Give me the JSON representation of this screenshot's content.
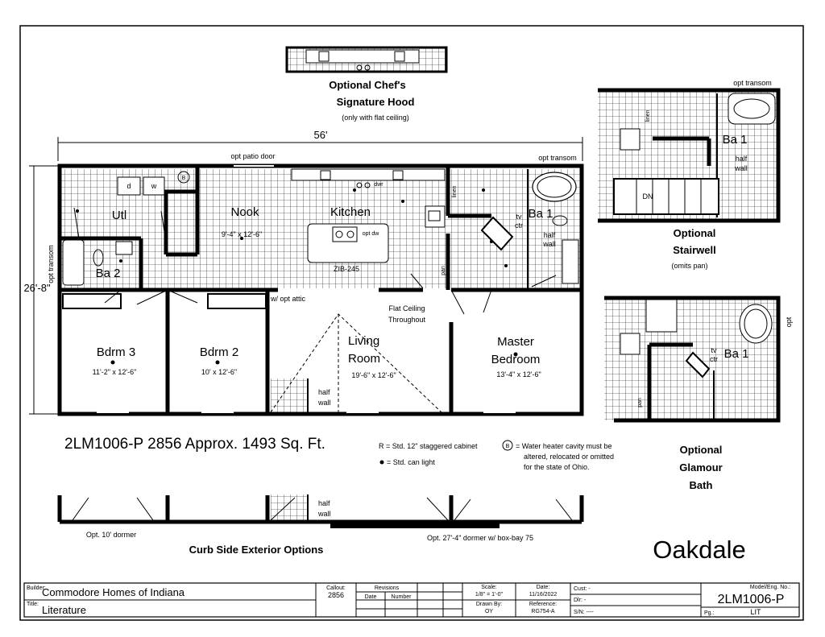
{
  "plan": {
    "overall_width": "56'",
    "overall_depth": "26'-8\"",
    "opt_patio_door": "opt patio door",
    "opt_transom_top": "opt transom",
    "opt_transom_left": "opt transom",
    "opt_attic": "w/ opt attic",
    "flat_ceiling": [
      "Flat Ceiling",
      "Throughout"
    ],
    "linen": "linen",
    "pan": "pan",
    "rooms": {
      "utl": "Utl",
      "ba2": "Ba 2",
      "nook": "Nook",
      "nook_dim": "9'-4\" x 12'-6\"",
      "kitchen": "Kitchen",
      "island": "ZIB-245",
      "opt_dw": "opt dw",
      "dwr": "dwr",
      "ba1": "Ba 1",
      "tv_ctr": [
        "tv",
        "ctr"
      ],
      "half_wall": [
        "half",
        "wall"
      ],
      "bdrm3": "Bdrm 3",
      "bdrm3_dim": "11'-2\" x 12'-6\"",
      "bdrm2": "Bdrm 2",
      "bdrm2_dim": "10' x 12'-6\"",
      "living": [
        "Living",
        "Room"
      ],
      "living_dim": "19'-6\" x 12'-6\"",
      "master": [
        "Master",
        "Bedroom"
      ],
      "master_dim": "13'-4\" x 12'-6\""
    }
  },
  "chef_hood": {
    "title": [
      "Optional Chef's",
      "Signature Hood"
    ],
    "note": "(only with flat ceiling)"
  },
  "stairwell": {
    "opt_transom": "opt transom",
    "title": [
      "Optional",
      "Stairwell"
    ],
    "note": "(omits pan)",
    "ba1": "Ba 1",
    "half_wall": [
      "half",
      "wall"
    ],
    "linen": "linen",
    "dn": "DN"
  },
  "glamour": {
    "title": [
      "Optional",
      "Glamour",
      "Bath"
    ],
    "ba1": "Ba 1",
    "tv_ctr": [
      "tv",
      "ctr"
    ],
    "opt": "opt",
    "pan": "pan"
  },
  "model_line": "2LM1006-P 2856 Approx. 1493 Sq. Ft.",
  "legend": {
    "r_note": "R = Std. 12\" staggered cabinet",
    "light_note": "= Std. can light",
    "water_heater": [
      "= Water heater cavity must be",
      "altered, relocated or omitted",
      "for the state of Ohio."
    ],
    "b_symbol": "B"
  },
  "exterior": {
    "title": "Curb Side Exterior Options",
    "dormer_left": "Opt. 10' dormer",
    "dormer_right": "Opt. 27'-4\" dormer w/ box-bay 75",
    "half_wall": [
      "half",
      "wall"
    ]
  },
  "model_name": "Oakdale",
  "title_block": {
    "builder_label": "Builder:",
    "builder": "Commodore Homes of Indiana",
    "title_label": "Title:",
    "title": "Literature",
    "callout_label": "Callout:",
    "callout": "2856",
    "revisions": "Revisions",
    "date_col": "Date",
    "number_col": "Number",
    "scale_label": "Scale:",
    "scale": "1/8\" = 1'-0\"",
    "drawn_label": "Drawn By:",
    "drawn": "OY",
    "date_label": "Date:",
    "date": "11/16/2022",
    "ref_label": "Reference:",
    "ref": "RG754-A",
    "cust": "Cust: -",
    "dlr": "Dlr: -",
    "sn": "S/N: ----",
    "model_label": "Model/Eng. No.:",
    "model_no": "2LM1006-P",
    "pg_label": "Pg.:",
    "pg": "LIT"
  }
}
